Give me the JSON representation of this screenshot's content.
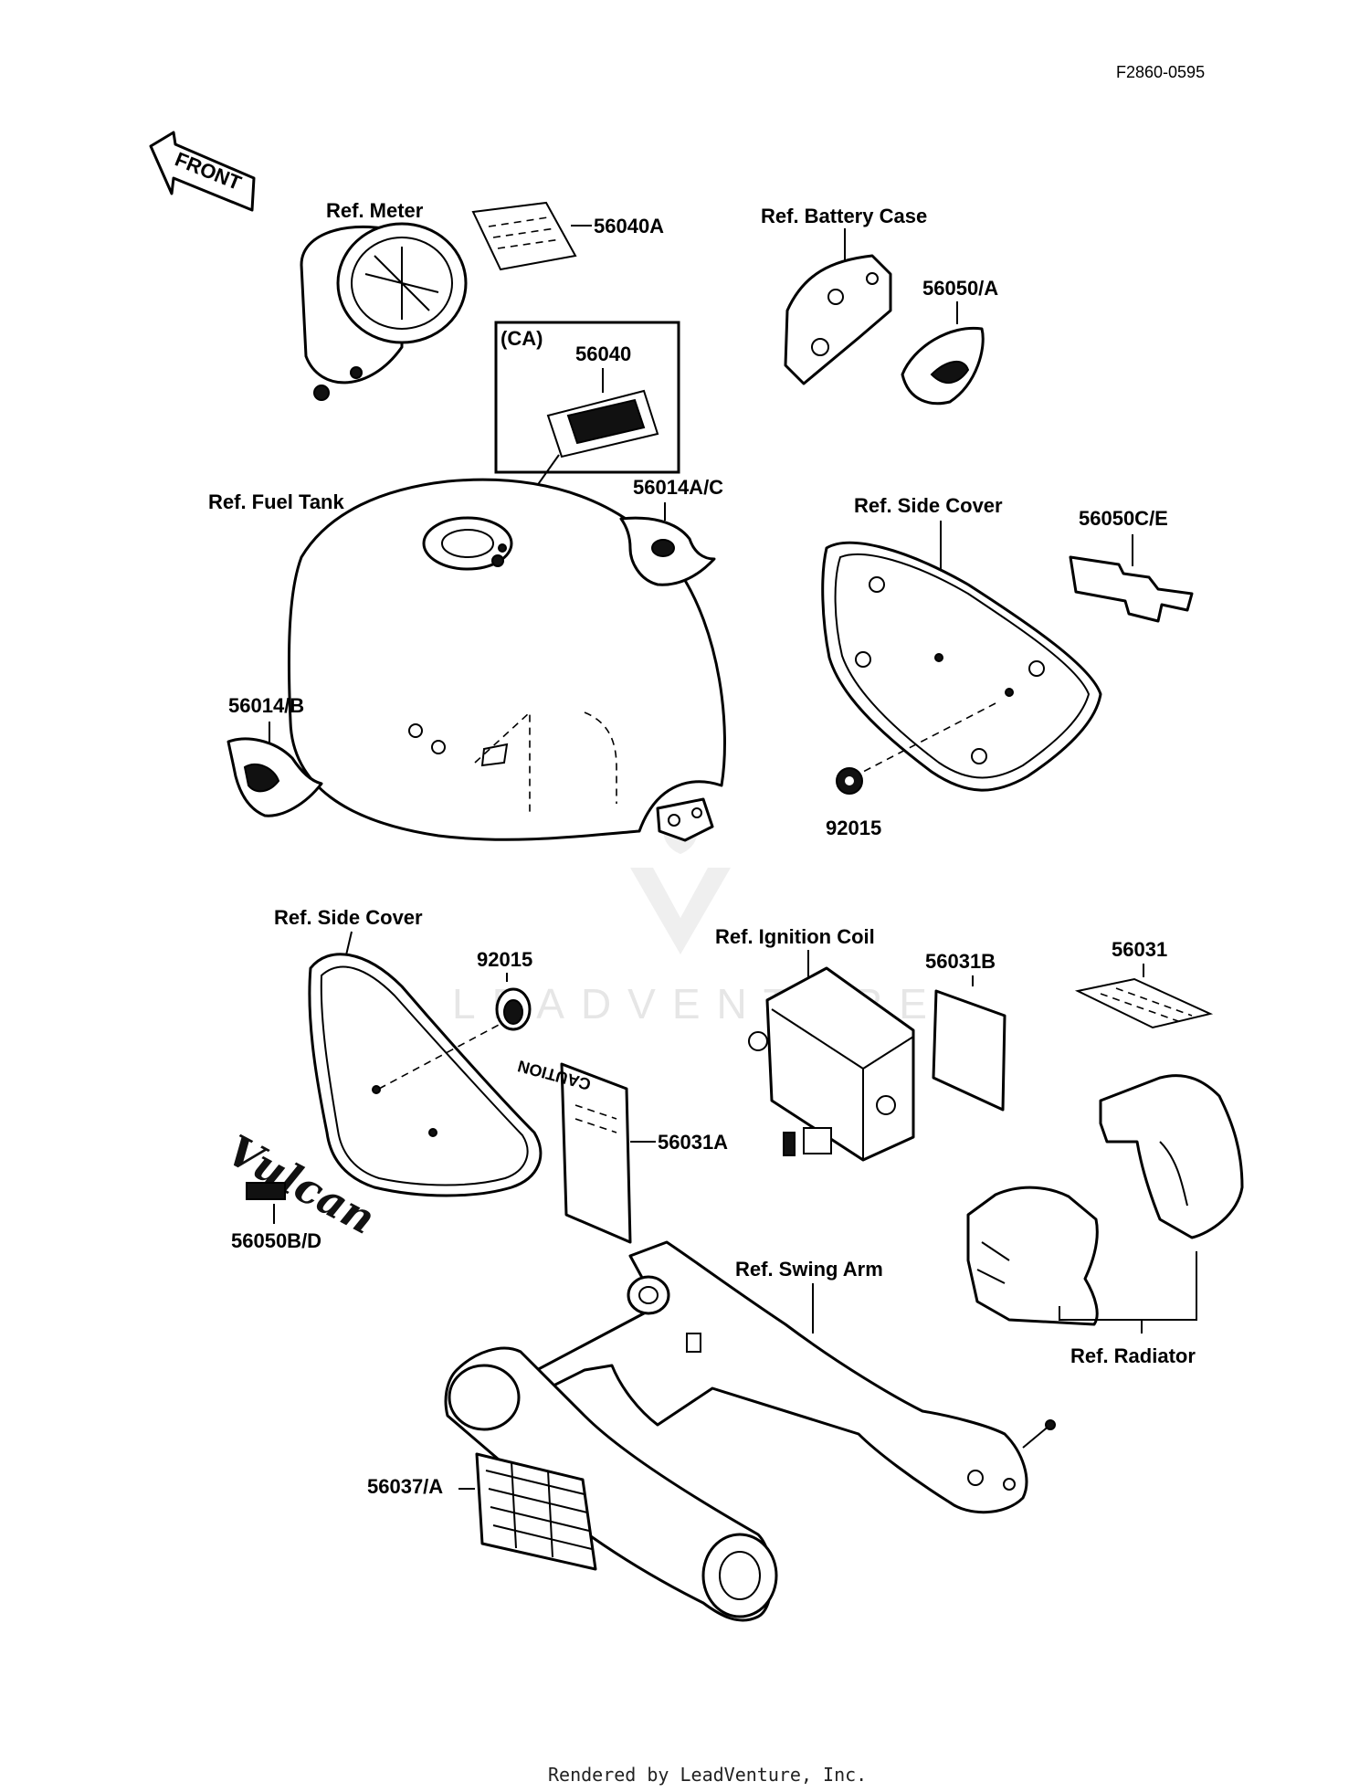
{
  "diagram": {
    "code": "F2860-0595",
    "front_arrow": "FRONT",
    "box_label": "(CA)",
    "watermark": "LEADVENTURE",
    "footer": "Rendered by LeadVenture, Inc."
  },
  "labels": {
    "ref_meter": "Ref. Meter",
    "p56040A": "56040A",
    "ref_battery_case": "Ref. Battery Case",
    "p56050_A": "56050/A",
    "p56040": "56040",
    "ref_fuel_tank": "Ref. Fuel Tank",
    "p56014A_C": "56014A/C",
    "ref_side_cover_1": "Ref. Side Cover",
    "p56050C_E": "56050C/E",
    "p56014_B": "56014/B",
    "p92015_1": "92015",
    "ref_side_cover_2": "Ref. Side Cover",
    "p92015_2": "92015",
    "ref_ignition_coil": "Ref. Ignition Coil",
    "p56031B": "56031B",
    "p56031": "56031",
    "caution": "CAUTION",
    "p56031A": "56031A",
    "vulcan": "Vulcan",
    "p56050B_D": "56050B/D",
    "ref_swing_arm": "Ref. Swing Arm",
    "ref_radiator": "Ref. Radiator",
    "p56037_A": "56037/A"
  }
}
